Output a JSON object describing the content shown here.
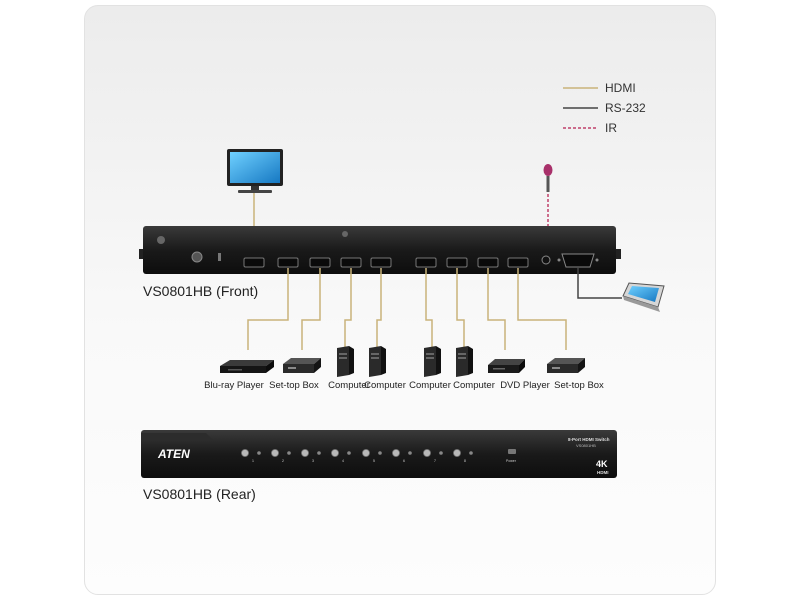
{
  "legend": {
    "items": [
      {
        "label": "HDMI",
        "color": "#c9b37a",
        "style": "solid"
      },
      {
        "label": "RS-232",
        "color": "#444444",
        "style": "solid"
      },
      {
        "label": "IR",
        "color": "#c0406a",
        "style": "dashed"
      }
    ]
  },
  "front_title": "VS0801HB (Front)",
  "rear_title": "VS0801HB (Rear)",
  "sources": [
    {
      "label": "Blu-ray Player",
      "icon": "bluray-player-icon"
    },
    {
      "label": "Set-top Box",
      "icon": "settop-box-icon"
    },
    {
      "label": "Computer",
      "icon": "computer-tower-icon"
    },
    {
      "label": "Computer",
      "icon": "computer-tower-icon"
    },
    {
      "label": "Computer",
      "icon": "computer-tower-icon"
    },
    {
      "label": "Computer",
      "icon": "computer-tower-icon"
    },
    {
      "label": "DVD Player",
      "icon": "dvd-player-icon"
    },
    {
      "label": "Set-top Box",
      "icon": "settop-box-icon"
    }
  ],
  "rear_panel": {
    "brand": "ATEN",
    "model_line1": "8-Port HDMI Switch",
    "model_line2": "VS0801HB",
    "port_numbers": [
      "1",
      "2",
      "3",
      "4",
      "5",
      "6",
      "7",
      "8"
    ],
    "power_label": "Power",
    "badge_4k": "4K",
    "badge_hdmi": "HDMI"
  },
  "colors": {
    "hdmi": "#c9b37a",
    "rs232": "#444444",
    "ir": "#c0406a",
    "device": "#1e1e1e"
  }
}
